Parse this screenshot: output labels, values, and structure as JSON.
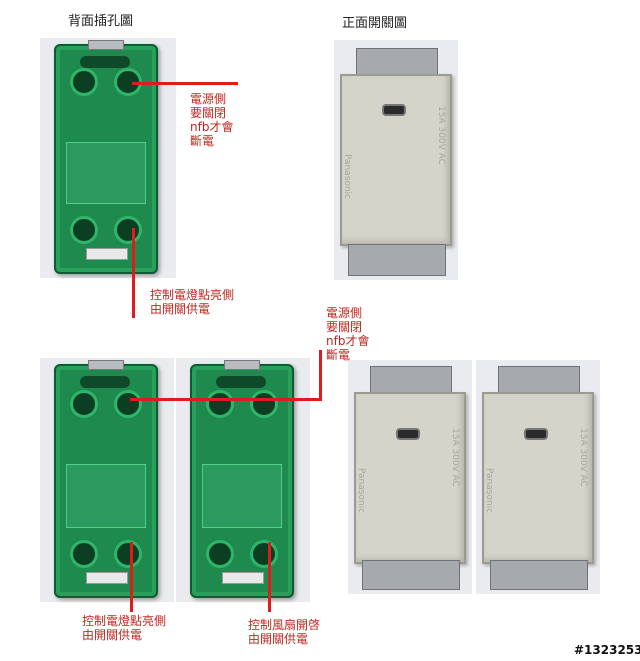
{
  "headings": {
    "back": "背面插孔圖",
    "front": "正面開關圖"
  },
  "labels": {
    "power_side_top": "電源側\n要關閉\nnfb才會\n斷電",
    "light_side_top": "控制電燈點亮側\n由開關供電",
    "power_side_bottom": "電源側\n要關閉\nnfb才會\n斷電",
    "light_side_bottom": "控制電燈點亮側\n由開關供電",
    "fan_side_bottom": "控制風扇開啓\n由開關供電"
  },
  "switch_marks": {
    "brand": "Panasonic",
    "rating": "15A 300V AC"
  },
  "watermark": "#1323253",
  "colors": {
    "annotation_red": "#e01b1b",
    "socket_green": "#1e8a4d",
    "switch_beige": "#d4d4ca"
  }
}
